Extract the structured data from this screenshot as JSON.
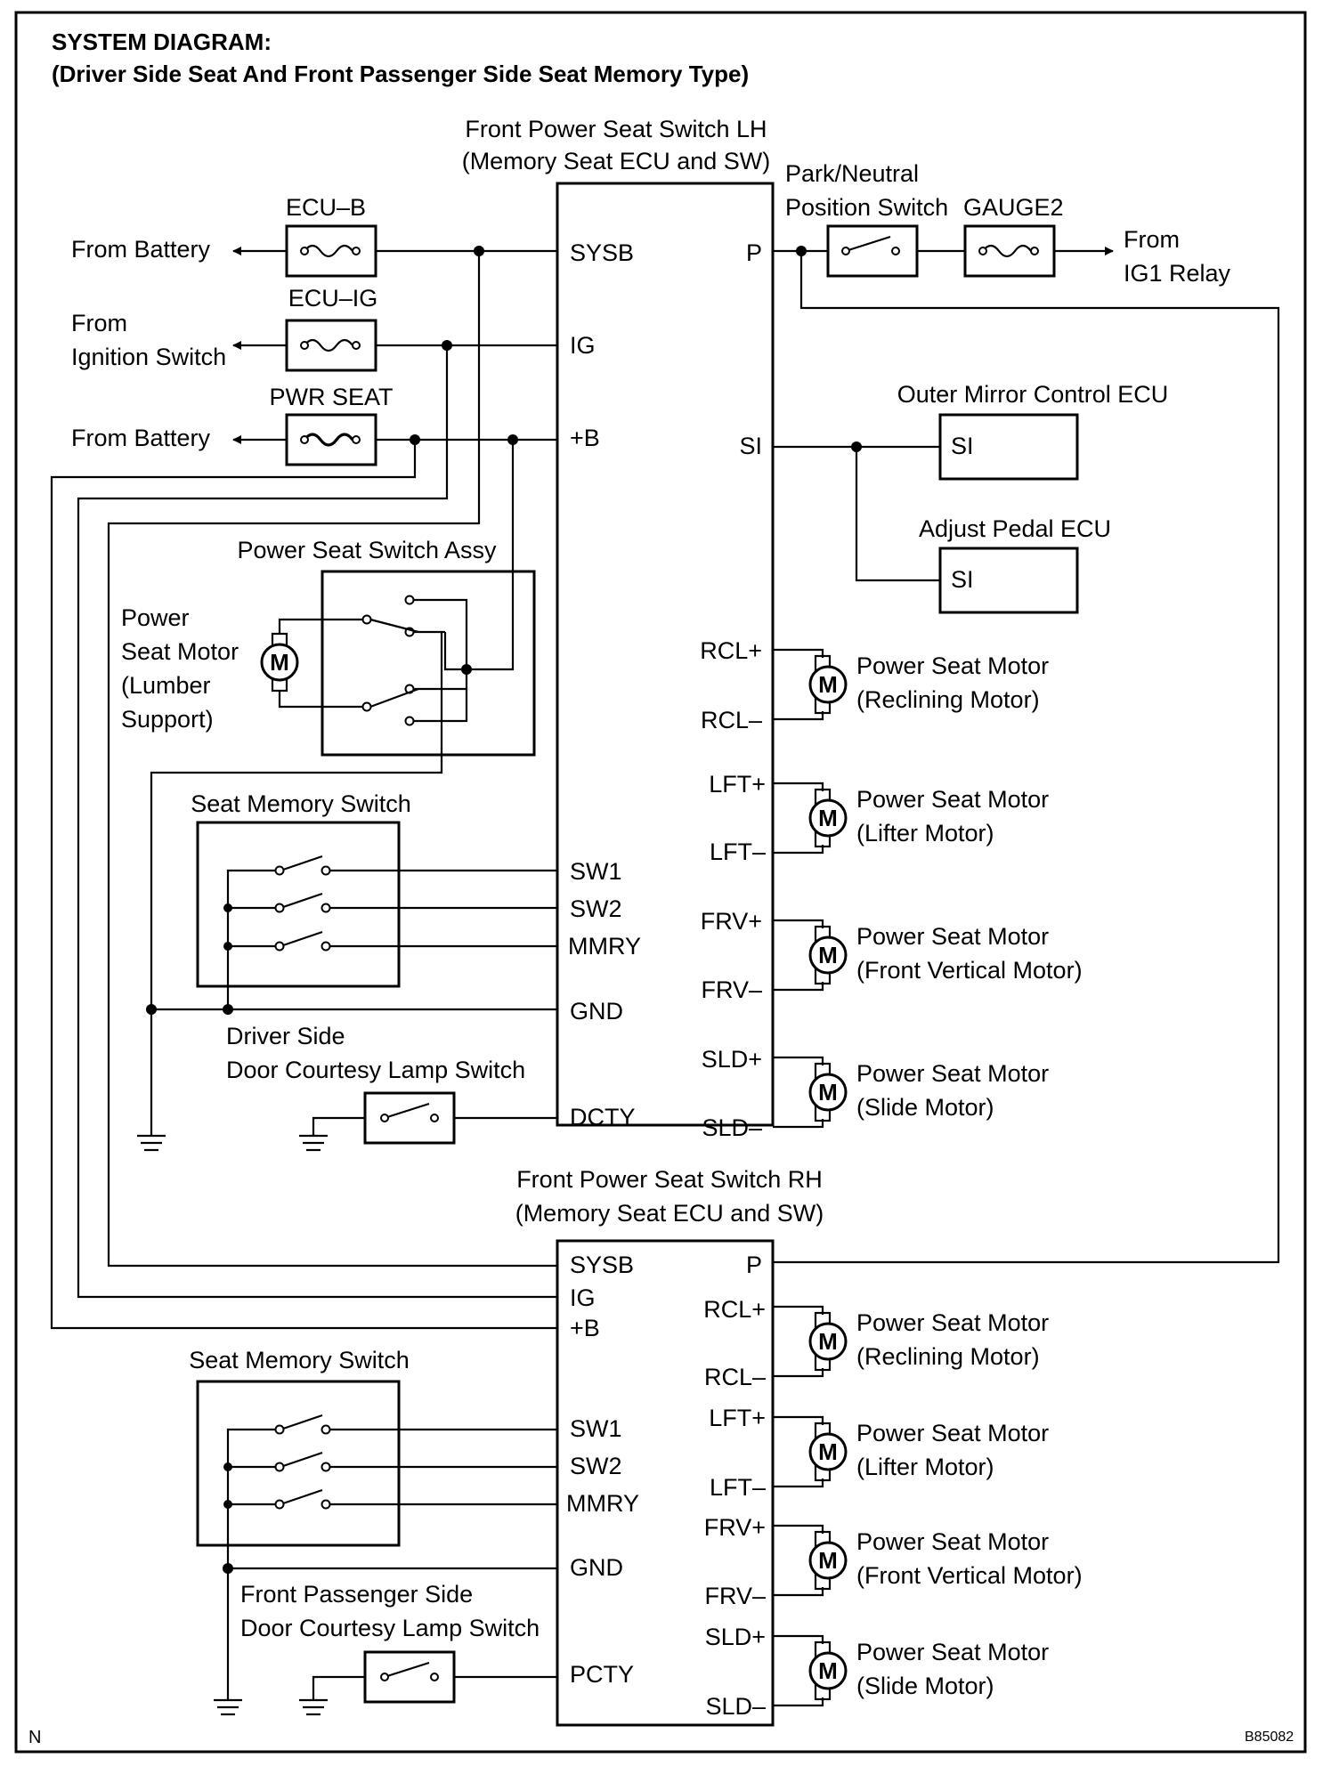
{
  "title": {
    "line1": "SYSTEM DIAGRAM:",
    "line2": "(Driver Side Seat And Front Passenger Side Seat Memory Type)"
  },
  "corner": {
    "left": "N",
    "right": "B85082"
  },
  "lh_ecu": {
    "name_line1": "Front Power Seat Switch LH",
    "name_line2": "(Memory Seat ECU and SW)",
    "left_pins": [
      "SYSB",
      "IG",
      "+B",
      "SW1",
      "SW2",
      "MMRY",
      "GND",
      "DCTY"
    ],
    "right_pins": [
      "P",
      "SI",
      "RCL+",
      "RCL–",
      "LFT+",
      "LFT–",
      "FRV+",
      "FRV–",
      "SLD+",
      "SLD–"
    ]
  },
  "rh_ecu": {
    "name_line1": "Front Power Seat Switch RH",
    "name_line2": "(Memory Seat ECU and SW)",
    "left_pins": [
      "SYSB",
      "IG",
      "+B",
      "SW1",
      "SW2",
      "MMRY",
      "GND",
      "PCTY"
    ],
    "right_pins": [
      "P",
      "RCL+",
      "RCL–",
      "LFT+",
      "LFT–",
      "FRV+",
      "FRV–",
      "SLD+",
      "SLD–"
    ]
  },
  "fuses": [
    {
      "name": "ECU–B",
      "source": "From Battery"
    },
    {
      "name": "ECU–IG",
      "source_line1": "From",
      "source_line2": "Ignition Switch"
    },
    {
      "name": "PWR SEAT",
      "source": "From Battery"
    }
  ],
  "park_switch": {
    "line1": "Park/Neutral",
    "line2": "Position Switch",
    "fuse": "GAUGE2",
    "dest_line1": "From",
    "dest_line2": "IG1 Relay"
  },
  "outer_mirror": {
    "name": "Outer Mirror Control ECU",
    "pin": "SI"
  },
  "adjust_pedal": {
    "name": "Adjust Pedal ECU",
    "pin": "SI"
  },
  "lumbar": {
    "assy": "Power Seat Switch Assy",
    "motor_lines": [
      "Power",
      "Seat Motor",
      "(Lumber",
      "Support)"
    ]
  },
  "memory_switch_lh": "Seat Memory Switch",
  "memory_switch_rh": "Seat Memory Switch",
  "driver_door": {
    "line1": "Driver Side",
    "line2": "Door Courtesy Lamp Switch"
  },
  "passenger_door": {
    "line1": "Front Passenger Side",
    "line2": "Door Courtesy Lamp Switch"
  },
  "motor_symbol": "M",
  "motors_lh": [
    {
      "line1": "Power Seat Motor",
      "line2": "(Reclining Motor)"
    },
    {
      "line1": "Power Seat Motor",
      "line2": "(Lifter Motor)"
    },
    {
      "line1": "Power Seat Motor",
      "line2": "(Front Vertical Motor)"
    },
    {
      "line1": "Power Seat Motor",
      "line2": "(Slide Motor)"
    }
  ],
  "motors_rh": [
    {
      "line1": "Power Seat Motor",
      "line2": "(Reclining Motor)"
    },
    {
      "line1": "Power Seat Motor",
      "line2": "(Lifter Motor)"
    },
    {
      "line1": "Power Seat Motor",
      "line2": "(Front Vertical Motor)"
    },
    {
      "line1": "Power Seat Motor",
      "line2": "(Slide Motor)"
    }
  ]
}
